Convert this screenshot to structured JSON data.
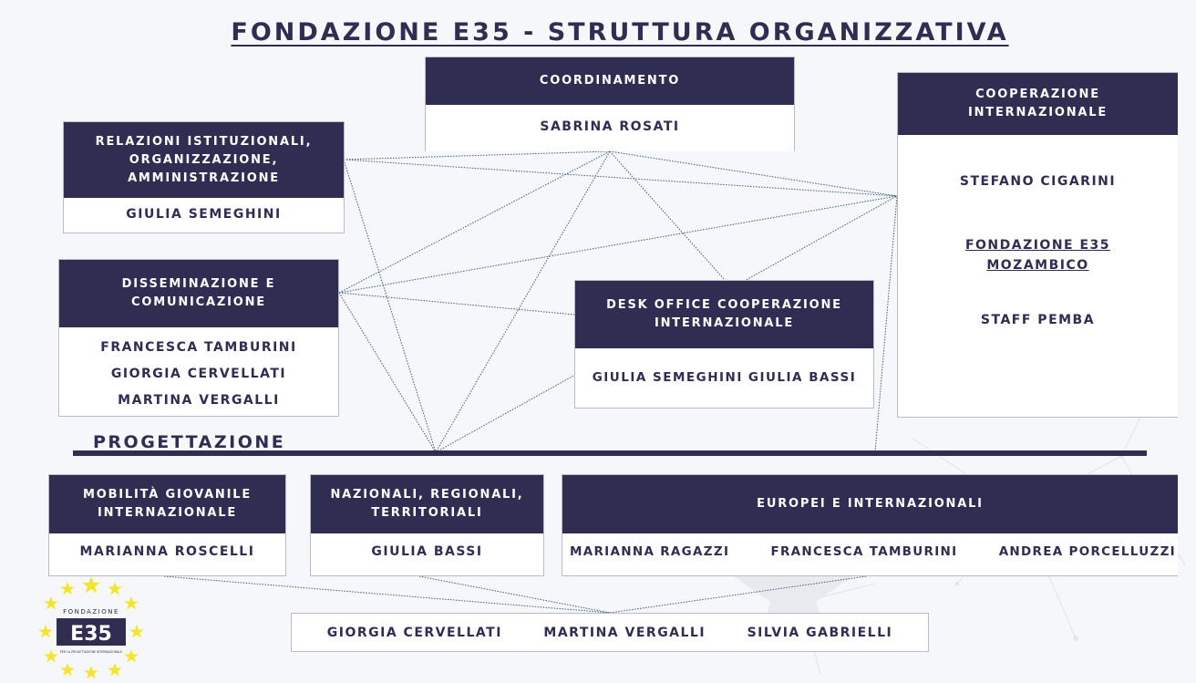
{
  "title": "FONDAZIONE E35 - STRUTTURA ORGANIZZATIVA",
  "section_label": "PROGETTAZIONE",
  "colors": {
    "primary": "#2f2d52",
    "star": "#f5e52a",
    "connector": "#3c5a86"
  },
  "boxes": {
    "coordinamento": {
      "title": "COORDINAMENTO",
      "people": [
        "SABRINA ROSATI"
      ]
    },
    "relazioni": {
      "title_lines": [
        "RELAZIONI ISTITUZIONALI,",
        "ORGANIZZAZIONE,",
        "AMMINISTRAZIONE"
      ],
      "people": [
        "GIULIA SEMEGHINI"
      ]
    },
    "disseminazione": {
      "title_lines": [
        "DISSEMINAZIONE E",
        "COMUNICAZIONE"
      ],
      "people": [
        "FRANCESCA TAMBURINI",
        "GIORGIA CERVELLATI",
        "MARTINA VERGALLI"
      ]
    },
    "desk_office": {
      "title_lines": [
        "DESK OFFICE COOPERAZIONE",
        "INTERNAZIONALE"
      ],
      "people": [
        "GIULIA SEMEGHINI",
        "GIULIA BASSI"
      ]
    },
    "cooperazione": {
      "title_lines": [
        "COOPERAZIONE",
        "INTERNAZIONALE"
      ],
      "person": "STEFANO CIGARINI",
      "link_lines": [
        "FONDAZIONE E35",
        "MOZAMBICO"
      ],
      "staff": "STAFF PEMBA"
    },
    "mobilita": {
      "title_lines": [
        "MOBILITÀ GIOVANILE",
        "INTERNAZIONALE"
      ],
      "people": [
        "MARIANNA ROSCELLI"
      ]
    },
    "nazionali": {
      "title_lines": [
        "NAZIONALI, REGIONALI,",
        "TERRITORIALI"
      ],
      "people": [
        "GIULIA BASSI"
      ]
    },
    "europei": {
      "title": "EUROPEI E INTERNAZIONALI",
      "people": [
        "MARIANNA RAGAZZI",
        "FRANCESCA TAMBURINI",
        "ANDREA PORCELLUZZI"
      ]
    },
    "bottom_team": {
      "people": [
        "GIORGIA CERVELLATI",
        "MARTINA VERGALLI",
        "SILVIA GABRIELLI"
      ]
    }
  },
  "logo": {
    "top_text": "FONDAZIONE",
    "main_text": "E35",
    "tagline": "PER LA PROGETTAZIONE INTERNAZIONALE"
  }
}
